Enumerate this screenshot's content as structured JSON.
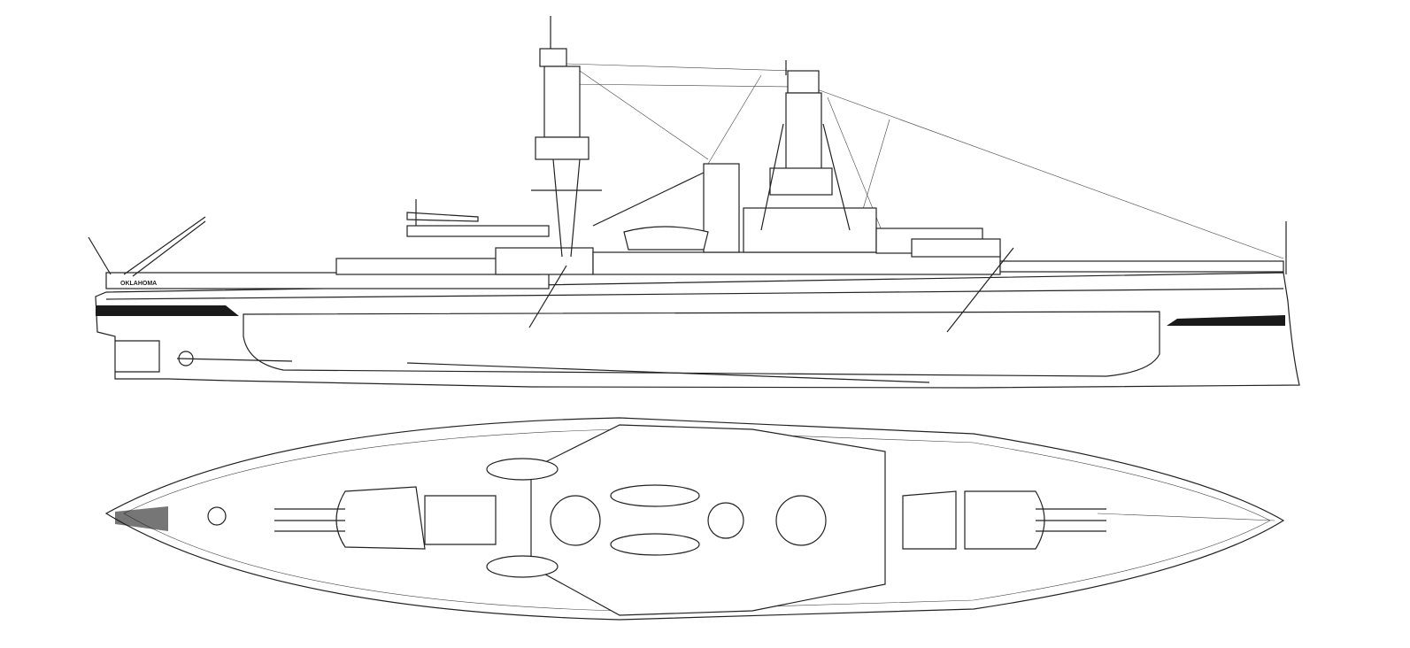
{
  "drawing": {
    "stern_name": "OKLAHOMA",
    "views": [
      "profile",
      "plan"
    ],
    "line_color": "#222222",
    "background": "#ffffff"
  }
}
